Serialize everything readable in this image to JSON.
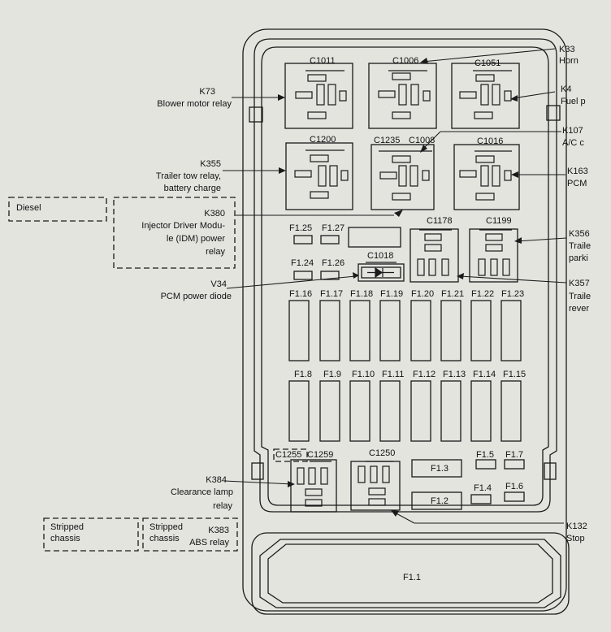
{
  "relays": {
    "k33": {
      "id": "K33",
      "name": "Horn"
    },
    "k73": {
      "id": "K73",
      "name": "Blower motor relay"
    },
    "k4": {
      "id": "K4",
      "name": "Fuel p"
    },
    "k107": {
      "id": "K107",
      "name": "A/C c"
    },
    "k355": {
      "id": "K355",
      "name1": "Trailer tow relay,",
      "name2": "battery charge"
    },
    "k163": {
      "id": "K163",
      "name": "PCM"
    },
    "k380": {
      "id": "K380",
      "name1": "Injector Driver Modu-",
      "name2": "le (IDM) power",
      "name3": "relay"
    },
    "k356": {
      "id": "K356",
      "name1": "Traile",
      "name2": "parki"
    },
    "v34": {
      "id": "V34",
      "name": "PCM power diode"
    },
    "k357": {
      "id": "K357",
      "name1": "Traile",
      "name2": "rever"
    },
    "k384": {
      "id": "K384",
      "name1": "Clearance lamp",
      "name2": "relay"
    },
    "k383": {
      "id": "K383",
      "name": "ABS relay"
    },
    "k132": {
      "id": "K132",
      "name": "Stop"
    }
  },
  "options": {
    "diesel": "Diesel",
    "stripped1": "Stripped",
    "stripped2": "chassis"
  },
  "connectors": {
    "c1011": "C1011",
    "c1006": "C1006",
    "c1051": "C1051",
    "c1200": "C1200",
    "c1235": "C1235",
    "c1008": "C1008",
    "c1016": "C1016",
    "c1178": "C1178",
    "c1199": "C1199",
    "c1018": "C1018",
    "c1255": "C1255",
    "c1259": "C1259",
    "c1250": "C1250"
  },
  "fuses": {
    "small_top": [
      "F1.25",
      "F1.27"
    ],
    "small_mid": [
      "F1.24",
      "F1.26"
    ],
    "row1": [
      "F1.16",
      "F1.17",
      "F1.18",
      "F1.19",
      "F1.20",
      "F1.21",
      "F1.22",
      "F1.23"
    ],
    "row2": [
      "F1.8",
      "F1.9",
      "F1.10",
      "F1.11",
      "F1.12",
      "F1.13",
      "F1.14",
      "F1.15"
    ],
    "maxi_f13": "F1.3",
    "maxi_f12": "F1.2",
    "mini": [
      "F1.5",
      "F1.7",
      "F1.4",
      "F1.6"
    ],
    "main": "F1.1"
  }
}
